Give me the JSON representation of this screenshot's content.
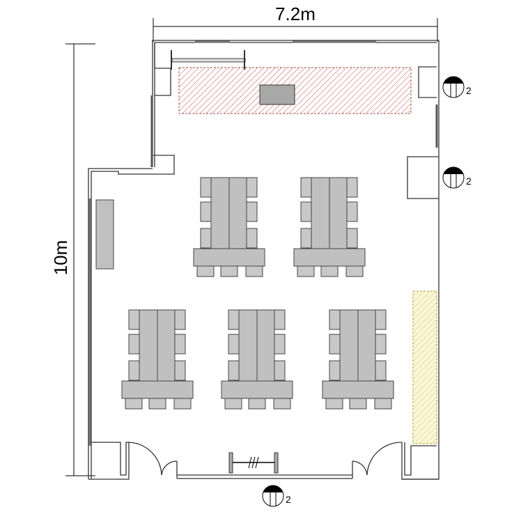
{
  "dimensions": {
    "width_label": "7.2m",
    "height_label": "10m"
  },
  "outlets": [
    {
      "label": "2"
    },
    {
      "label": "2"
    },
    {
      "label": "2"
    }
  ],
  "colors": {
    "stage_hatch": "#e05050",
    "yellow_hatch": "#e8d860",
    "furniture": "#c0c0c0",
    "wall": "#333333"
  }
}
